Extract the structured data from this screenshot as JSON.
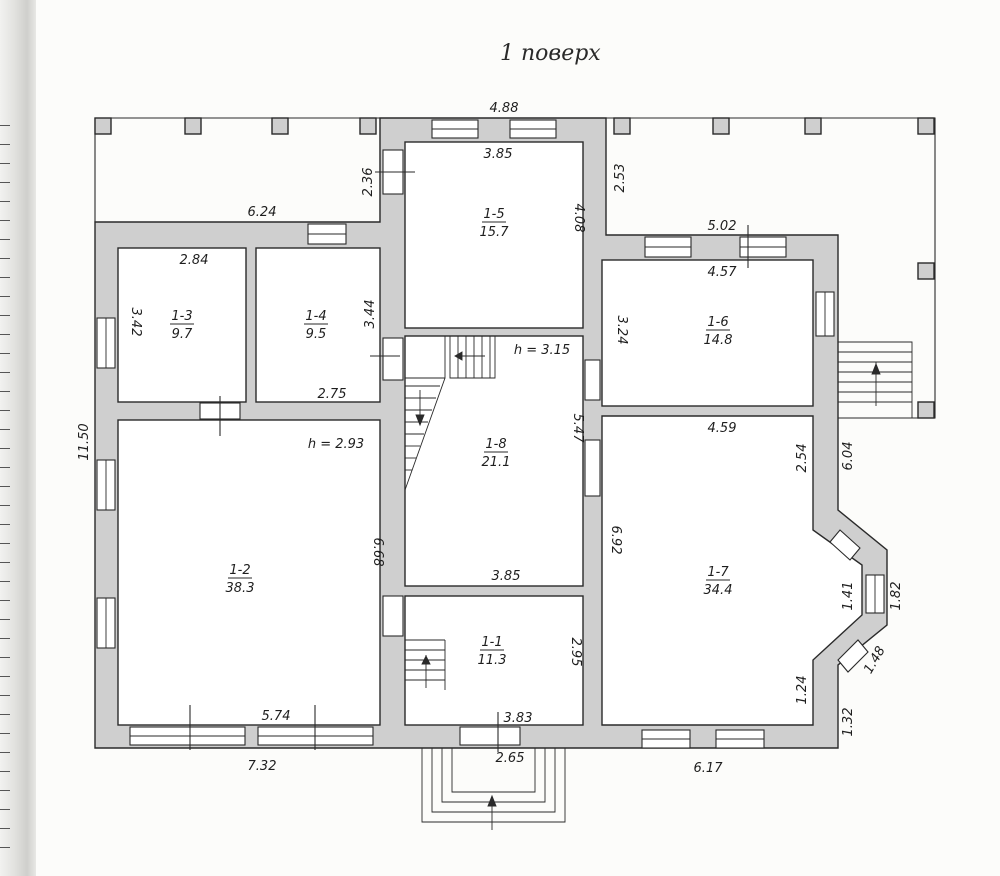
{
  "title": "1 поверх",
  "rooms": [
    {
      "id": "1-1",
      "area": "11.3"
    },
    {
      "id": "1-2",
      "area": "38.3"
    },
    {
      "id": "1-3",
      "area": "9.7"
    },
    {
      "id": "1-4",
      "area": "9.5"
    },
    {
      "id": "1-5",
      "area": "15.7"
    },
    {
      "id": "1-6",
      "area": "14.8"
    },
    {
      "id": "1-7",
      "area": "34.4"
    },
    {
      "id": "1-8",
      "area": "21.1"
    }
  ],
  "heights": {
    "room_1_2": "h = 2.93",
    "stair": "h = 3.15"
  },
  "dimensions": {
    "top_corridor": "4.88",
    "room_1_5_width": "3.85",
    "room_1_5_height": "4.08",
    "left_wall_236": "2.36",
    "right_wall_253": "2.53",
    "upper_left_624": "6.24",
    "upper_right_502": "5.02",
    "room_1_3_width": "2.84",
    "room_1_3_height": "3.42",
    "room_1_4_height": "3.44",
    "room_1_4_width": "2.75",
    "room_1_6_width": "4.57",
    "room_1_6_height": "3.24",
    "room_1_8_height": "5.47",
    "room_1_8_width": "3.85",
    "room_1_7_width": "4.59",
    "room_1_7_upper": "2.54",
    "room_1_7_right": "6.04",
    "room_1_7_left": "6.92",
    "overall_height": "11.50",
    "room_1_2_height": "6.68",
    "room_1_2_width": "5.74",
    "bottom_left_overall": "7.32",
    "room_1_1_height": "2.95",
    "room_1_1_width": "3.83",
    "entry_width": "2.65",
    "bottom_right_overall": "6.17",
    "bay_141": "1.41",
    "bay_182": "1.82",
    "bay_148": "1.48",
    "bay_124": "1.24",
    "bay_132": "1.32"
  }
}
